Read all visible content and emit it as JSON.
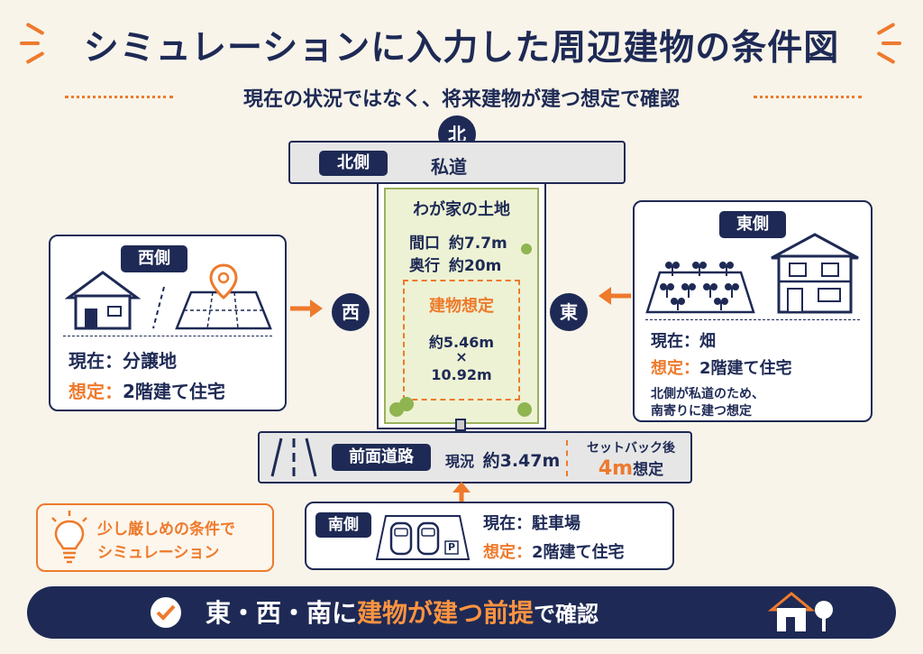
{
  "header": {
    "title": "シミュレーションに入力した周辺建物の条件図",
    "subtitle": "現在の状況ではなく、将来建物が建つ想定で確認"
  },
  "north": {
    "compass": "北",
    "tag": "北側",
    "road": "私道"
  },
  "land": {
    "title": "わが家の土地",
    "frontage_label": "間口",
    "frontage_value": "約7.7m",
    "depth_label": "奥行",
    "depth_value": "約20m",
    "building_title": "建物想定",
    "building_w": "約5.46m",
    "building_x": "×",
    "building_d": "10.92m"
  },
  "west": {
    "compass": "西",
    "tag": "西側",
    "current_label": "現在：",
    "current_value": "分譲地",
    "assume_label": "想定：",
    "assume_value": "2階建て住宅"
  },
  "east": {
    "compass": "東",
    "tag": "東側",
    "current_label": "現在：",
    "current_value": "畑",
    "assume_label": "想定：",
    "assume_value": "2階建て住宅",
    "note1": "北側が私道のため、",
    "note2": "南寄りに建つ想定"
  },
  "front_road": {
    "tag": "前面道路",
    "current": "現況",
    "current_value": "約3.47m",
    "setback_label": "セットバック後",
    "setback_value": "4m",
    "setback_suffix": "想定"
  },
  "south": {
    "tag": "南側",
    "current_label": "現在：",
    "current_value": "駐車場",
    "assume_label": "想定：",
    "assume_value": "2階建て住宅",
    "parking_letter": "P"
  },
  "tip": {
    "line1": "少し厳しめの条件で",
    "line2": "シミュレーション"
  },
  "banner": {
    "part1": "東・西・南に",
    "part2": "建物が建つ前提",
    "part3": "で確認"
  },
  "colors": {
    "navy": "#1e2a55",
    "orange": "#ee7a2c",
    "background": "#f8f4ea",
    "land_green": "#edf2d4"
  }
}
